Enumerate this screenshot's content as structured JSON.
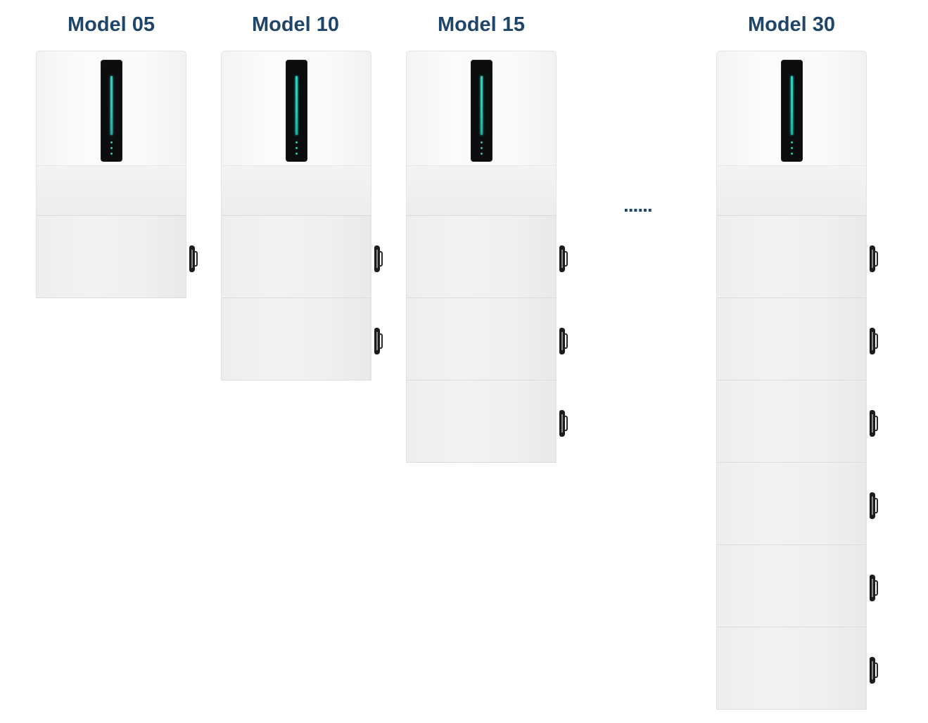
{
  "models": [
    {
      "label": "Model 05",
      "battery_modules": 1
    },
    {
      "label": "Model 10",
      "battery_modules": 2
    },
    {
      "label": "Model 15",
      "battery_modules": 3
    },
    {
      "label": "Model 30",
      "battery_modules": 6
    }
  ],
  "ellipsis": "......",
  "colors": {
    "title": "#1f4569",
    "led": "#2fd3c3",
    "display": "#0b0d0e",
    "body": "#f2f2f2"
  }
}
